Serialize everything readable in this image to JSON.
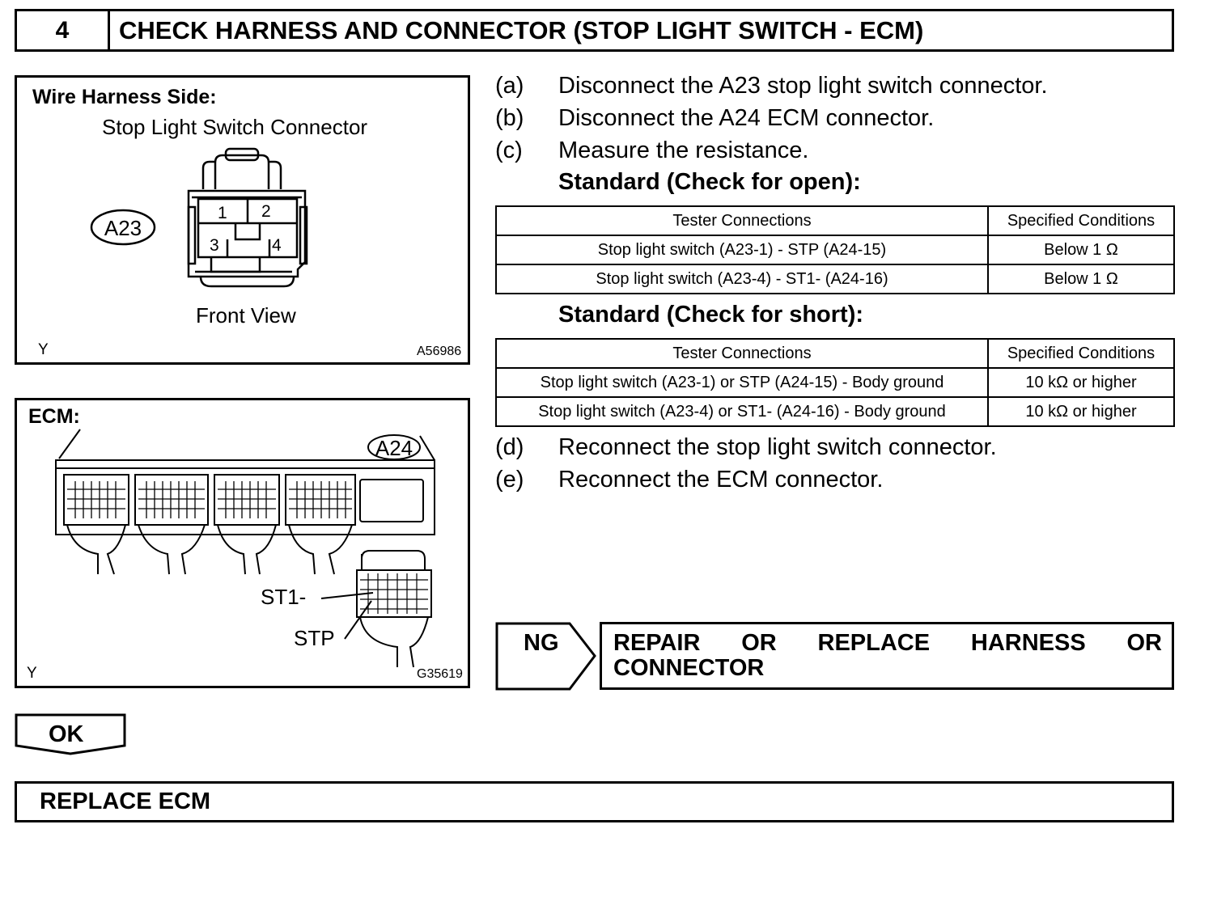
{
  "header": {
    "number": "4",
    "title": "CHECK HARNESS AND CONNECTOR (STOP LIGHT SWITCH - ECM)"
  },
  "figure1": {
    "title": "Wire Harness Side:",
    "subtitle": "Stop Light Switch Connector",
    "connector_id": "A23",
    "pins": [
      "1",
      "2",
      "3",
      "4"
    ],
    "view_label": "Front View",
    "corner_left": "Y",
    "code": "A56986"
  },
  "figure2": {
    "title": "ECM:",
    "connector_id": "A24",
    "label_st1": "ST1-",
    "label_stp": "STP",
    "corner_left": "Y",
    "code": "G35619"
  },
  "steps": [
    {
      "label": "(a)",
      "text": "Disconnect the A23 stop light switch connector."
    },
    {
      "label": "(b)",
      "text": "Disconnect the A24 ECM connector."
    },
    {
      "label": "(c)",
      "text": "Measure the resistance."
    }
  ],
  "standard_open": {
    "heading": "Standard (Check for open):",
    "columns": [
      "Tester Connections",
      "Specified Conditions"
    ],
    "rows": [
      [
        "Stop light switch (A23-1) - STP (A24-15)",
        "Below 1 Ω"
      ],
      [
        "Stop light switch (A23-4) - ST1- (A24-16)",
        "Below 1 Ω"
      ]
    ]
  },
  "standard_short": {
    "heading": "Standard (Check for short):",
    "columns": [
      "Tester Connections",
      "Specified Conditions"
    ],
    "rows": [
      [
        "Stop light switch (A23-1) or STP (A24-15) - Body ground",
        "10 kΩ or higher"
      ],
      [
        "Stop light switch (A23-4) or ST1- (A24-16) - Body ground",
        "10 kΩ or higher"
      ]
    ]
  },
  "steps_after": [
    {
      "label": "(d)",
      "text": "Reconnect the stop light switch connector."
    },
    {
      "label": "(e)",
      "text": "Reconnect the ECM connector."
    }
  ],
  "ng": {
    "label": "NG",
    "action_line1": "REPAIR OR REPLACE HARNESS OR",
    "action_line2": "CONNECTOR"
  },
  "ok": {
    "label": "OK"
  },
  "final": {
    "action": "REPLACE ECM"
  }
}
